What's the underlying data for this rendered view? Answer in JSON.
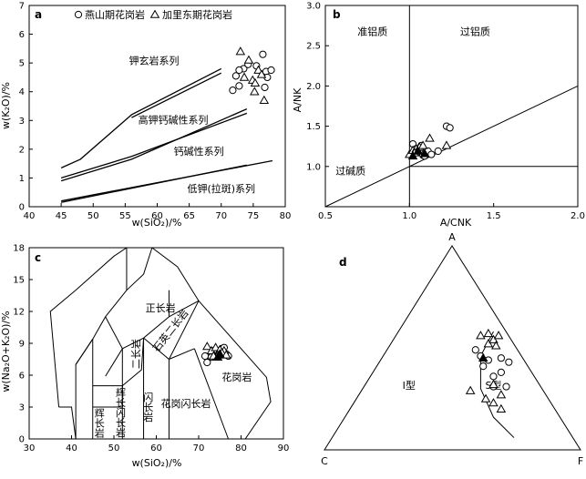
{
  "chart_data": [
    {
      "panel": "a",
      "type": "scatter",
      "xlabel": "w(SiO₂)/%",
      "ylabel": "w(K₂O)/%",
      "xlim": [
        40,
        80
      ],
      "ylim": [
        0,
        7
      ],
      "xticks": [
        "40",
        "45",
        "50",
        "55",
        "60",
        "65",
        "70",
        "75",
        "80"
      ],
      "yticks": [
        "0",
        "1",
        "2",
        "3",
        "4",
        "5",
        "6",
        "7"
      ],
      "legend": [
        {
          "symbol": "circle",
          "label": "燕山期花岗岩"
        },
        {
          "symbol": "triangle",
          "label": "加里东期花岗岩"
        }
      ],
      "field_labels": [
        {
          "text": "钾玄岩系列",
          "x": 59.5,
          "y": 4.95
        },
        {
          "text": "高钾钙碱性系列",
          "x": 62.5,
          "y": 2.9
        },
        {
          "text": "钙碱性系列",
          "x": 66.5,
          "y": 1.8
        },
        {
          "text": "低钾(拉斑)系列",
          "x": 70,
          "y": 0.5
        }
      ],
      "boundaries": [
        [
          [
            45,
            1.35
          ],
          [
            48,
            1.65
          ],
          [
            56,
            3.2
          ],
          [
            70,
            4.8
          ]
        ],
        [
          [
            56,
            3.1
          ],
          [
            70,
            4.65
          ]
        ],
        [
          [
            45,
            0.9
          ],
          [
            56,
            1.65
          ],
          [
            74,
            3.4
          ]
        ],
        [
          [
            45,
            1.0
          ],
          [
            56,
            1.75
          ],
          [
            74,
            3.25
          ]
        ],
        [
          [
            45,
            0.15
          ],
          [
            74,
            1.45
          ]
        ],
        [
          [
            45,
            0.2
          ],
          [
            78,
            1.6
          ]
        ]
      ],
      "series": [
        {
          "name": "燕山期花岗岩",
          "marker": "circle",
          "points": [
            [
              71.8,
              4.05
            ],
            [
              72.3,
              4.55
            ],
            [
              72.8,
              4.2
            ],
            [
              73.5,
              4.8
            ],
            [
              74.2,
              4.95
            ],
            [
              75.5,
              4.9
            ],
            [
              76.5,
              5.3
            ],
            [
              77.0,
              4.7
            ],
            [
              76.8,
              4.15
            ],
            [
              77.2,
              4.5
            ],
            [
              77.8,
              4.75
            ],
            [
              72.8,
              4.75
            ]
          ]
        },
        {
          "name": "加里东期花岗岩",
          "marker": "triangle",
          "points": [
            [
              73.0,
              5.4
            ],
            [
              73.6,
              4.5
            ],
            [
              74.3,
              5.1
            ],
            [
              74.9,
              4.4
            ],
            [
              75.3,
              4.3
            ],
            [
              75.8,
              4.75
            ],
            [
              76.3,
              4.6
            ],
            [
              76.7,
              3.7
            ],
            [
              75.2,
              4.0
            ]
          ]
        }
      ]
    },
    {
      "panel": "b",
      "type": "scatter",
      "xlabel": "A/CNK",
      "ylabel": "A/NK",
      "xlim": [
        0.5,
        2.0
      ],
      "ylim": [
        0.5,
        3.0
      ],
      "xticks": [
        "0.5",
        "1.0",
        "1.5",
        "2.0"
      ],
      "yticks": [
        "1.0",
        "1.5",
        "2.0",
        "2.5",
        "3.0"
      ],
      "field_labels": [
        {
          "text": "准铝质",
          "x": 0.78,
          "y": 2.63
        },
        {
          "text": "过铝质",
          "x": 1.39,
          "y": 2.63
        },
        {
          "text": "过碱质",
          "x": 0.65,
          "y": 0.9
        }
      ],
      "series": [
        {
          "name": "燕山期花岗岩",
          "marker": "circle",
          "points": [
            [
              1.02,
              1.28
            ],
            [
              1.04,
              1.22
            ],
            [
              1.06,
              1.18
            ],
            [
              1.08,
              1.14
            ],
            [
              1.09,
              1.13
            ],
            [
              1.11,
              1.19
            ],
            [
              1.13,
              1.15
            ],
            [
              1.17,
              1.19
            ],
            [
              1.22,
              1.5
            ],
            [
              1.24,
              1.48
            ],
            [
              1.05,
              1.21
            ],
            [
              1.07,
              1.26
            ]
          ]
        },
        {
          "name": "加里东期花岗岩",
          "marker": "triangle",
          "points": [
            [
              1.0,
              1.15
            ],
            [
              1.02,
              1.2
            ],
            [
              1.04,
              1.22
            ],
            [
              1.06,
              1.24
            ],
            [
              1.08,
              1.26
            ],
            [
              1.12,
              1.35
            ],
            [
              1.22,
              1.26
            ],
            [
              1.03,
              1.17
            ]
          ]
        }
      ],
      "filled_points": [
        [
          1.02,
          1.13
        ],
        [
          1.05,
          1.19
        ],
        [
          1.09,
          1.16
        ]
      ]
    },
    {
      "panel": "c",
      "type": "scatter",
      "xlabel": "w(SiO₂)/%",
      "ylabel": "w(Na₂O+K₂O)/%",
      "xlim": [
        30,
        90
      ],
      "ylim": [
        0,
        18
      ],
      "xticks": [
        "30",
        "40",
        "50",
        "60",
        "70",
        "80",
        "90"
      ],
      "yticks": [
        "0",
        "3",
        "6",
        "9",
        "12",
        "15",
        "18"
      ],
      "field_labels": [
        {
          "text": "正长岩",
          "x": 61.0,
          "y": 12.0
        },
        {
          "text": "二长岩",
          "x": 56.0,
          "y": 8.0
        },
        {
          "text": "石英二长岩",
          "x": 64.0,
          "y": 10.0
        },
        {
          "text": "花岗岩",
          "x": 79.0,
          "y": 5.5
        },
        {
          "text": "辉长岩",
          "x": 46.5,
          "y": 1.5
        },
        {
          "text": "辉长闪长岩",
          "x": 51.5,
          "y": 2.5
        },
        {
          "text": "闪长岩",
          "x": 58.0,
          "y": 3.0
        },
        {
          "text": "花岗闪长岩",
          "x": 67.0,
          "y": 3.0
        }
      ],
      "outline": [
        [
          37,
          3
        ],
        [
          35,
          12
        ],
        [
          41,
          14
        ],
        [
          50,
          17.2
        ],
        [
          53,
          18
        ],
        [
          59,
          18
        ],
        [
          65,
          16.2
        ],
        [
          70,
          13
        ],
        [
          86,
          5.8
        ],
        [
          87,
          3.5
        ],
        [
          81,
          0
        ],
        [
          41,
          0
        ],
        [
          40,
          3
        ],
        [
          37,
          3
        ]
      ],
      "divisions": [
        [
          [
            41,
            0
          ],
          [
            41,
            7
          ],
          [
            45,
            9.4
          ],
          [
            48,
            11.5
          ],
          [
            53,
            14
          ],
          [
            57,
            15.5
          ]
        ],
        [
          [
            45,
            0
          ],
          [
            45,
            3
          ]
        ],
        [
          [
            45,
            3
          ],
          [
            52,
            3
          ],
          [
            52,
            5
          ]
        ],
        [
          [
            52,
            0
          ],
          [
            52,
            5
          ],
          [
            56.5,
            6.5
          ],
          [
            57,
            9.5
          ]
        ],
        [
          [
            45,
            5
          ],
          [
            52,
            5
          ]
        ],
        [
          [
            45,
            3
          ],
          [
            45,
            9.4
          ]
        ],
        [
          [
            48,
            11.5
          ],
          [
            52,
            8.5
          ],
          [
            57,
            9.5
          ],
          [
            63,
            11.5
          ]
        ],
        [
          [
            41,
            7
          ],
          [
            45,
            9.4
          ]
        ],
        [
          [
            48,
            5.9
          ],
          [
            52,
            8.5
          ]
        ],
        [
          [
            52,
            5
          ],
          [
            52,
            8.5
          ]
        ],
        [
          [
            57,
            0
          ],
          [
            57,
            9.5
          ]
        ],
        [
          [
            63,
            0
          ],
          [
            63,
            7.5
          ],
          [
            70,
            13
          ]
        ],
        [
          [
            57,
            9.5
          ],
          [
            63,
            7.5
          ],
          [
            69,
            8.5
          ]
        ],
        [
          [
            63,
            14
          ],
          [
            63,
            11.5
          ]
        ],
        [
          [
            69,
            8.5
          ],
          [
            77,
            0
          ]
        ],
        [
          [
            53,
            14
          ],
          [
            53,
            18
          ]
        ],
        [
          [
            57,
            15.5
          ],
          [
            59,
            18
          ]
        ],
        [
          [
            63,
            11.5
          ],
          [
            70,
            13
          ]
        ]
      ],
      "series": [
        {
          "name": "燕山期花岗岩",
          "marker": "circle",
          "points": [
            [
              71.5,
              7.8
            ],
            [
              72.0,
              7.2
            ],
            [
              73.0,
              7.7
            ],
            [
              74.5,
              8.2
            ],
            [
              75.5,
              8.5
            ],
            [
              76.5,
              8.0
            ],
            [
              77.0,
              7.8
            ],
            [
              75.0,
              7.9
            ],
            [
              73.5,
              8.3
            ],
            [
              76.0,
              8.6
            ]
          ]
        },
        {
          "name": "加里东期花岗岩",
          "marker": "triangle",
          "points": [
            [
              72.0,
              8.7
            ],
            [
              73.0,
              8.3
            ],
            [
              74.0,
              8.6
            ],
            [
              75.0,
              8.4
            ],
            [
              76.0,
              8.3
            ],
            [
              74.5,
              7.9
            ],
            [
              75.5,
              8.1
            ],
            [
              73.5,
              7.8
            ],
            [
              76.5,
              7.9
            ]
          ]
        }
      ],
      "filled_points": [
        [
          74.5,
          7.7
        ],
        [
          75.0,
          8.0
        ]
      ]
    },
    {
      "panel": "d",
      "type": "scatter",
      "vertex_labels": {
        "top": "A",
        "left": "C",
        "right": "F"
      },
      "field_labels": [
        {
          "text": "I型",
          "x": 0.33,
          "y": 0.3
        },
        {
          "text": "S型",
          "x": 0.66,
          "y": 0.3
        }
      ],
      "divider": [
        [
          0.66,
          0.58
        ],
        [
          0.61,
          0.46
        ],
        [
          0.61,
          0.3
        ],
        [
          0.66,
          0.16
        ],
        [
          0.74,
          0.06
        ]
      ],
      "series": [
        {
          "name": "燕山期花岗岩",
          "marker": "circle",
          "points": [
            [
              0.59,
              0.49
            ],
            [
              0.61,
              0.46
            ],
            [
              0.62,
              0.41
            ],
            [
              0.64,
              0.44
            ],
            [
              0.66,
              0.31
            ],
            [
              0.66,
              0.36
            ],
            [
              0.69,
              0.38
            ],
            [
              0.69,
              0.45
            ],
            [
              0.71,
              0.31
            ],
            [
              0.72,
              0.43
            ]
          ]
        },
        {
          "name": "加里东期花岗岩",
          "marker": "triangle",
          "points": [
            [
              0.61,
              0.56
            ],
            [
              0.64,
              0.57
            ],
            [
              0.64,
              0.52
            ],
            [
              0.66,
              0.54
            ],
            [
              0.67,
              0.51
            ],
            [
              0.68,
              0.56
            ],
            [
              0.57,
              0.29
            ],
            [
              0.63,
              0.25
            ],
            [
              0.66,
              0.32
            ],
            [
              0.66,
              0.23
            ],
            [
              0.69,
              0.27
            ],
            [
              0.69,
              0.2
            ]
          ]
        }
      ],
      "filled_points": [
        [
          0.62,
          0.45
        ]
      ]
    }
  ]
}
